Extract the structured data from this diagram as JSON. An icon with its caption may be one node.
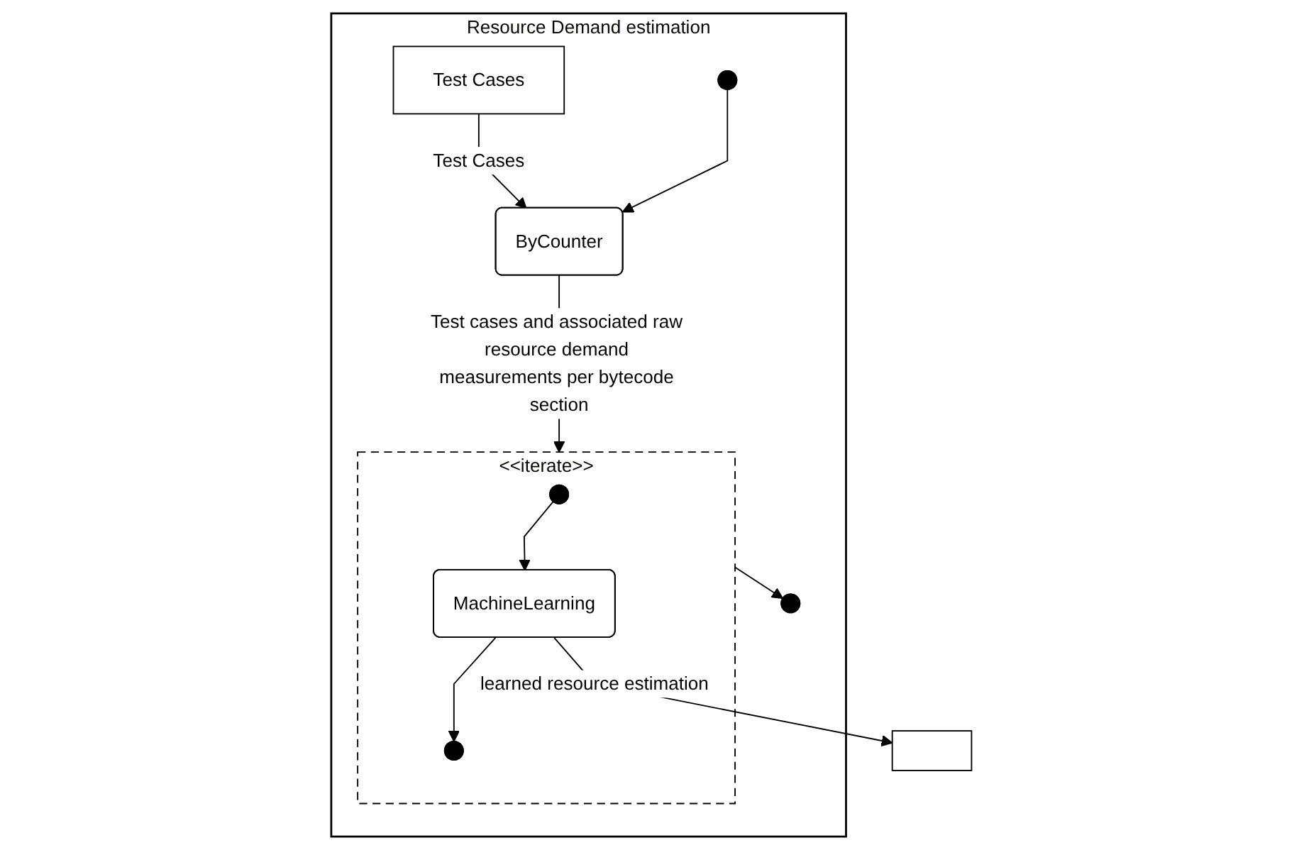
{
  "diagram": {
    "nodes": [
      {
        "text": [
          "Resource Demand estimation"
        ]
      },
      {
        "text": [
          "Test Cases"
        ],
        "in": 0
      },
      {
        "text": [],
        "shape": "circle",
        "in": 0
      },
      {
        "text": [
          "ByCounter"
        ],
        "in": 0
      },
      {
        "text": [
          "<<iterate>>"
        ],
        "in": 0
      },
      {
        "text": [],
        "shape": "circle",
        "in": 4
      },
      {
        "text": [
          "MachineLearning"
        ],
        "in": 4
      },
      {
        "text": [],
        "shape": "circle",
        "in": 4
      },
      {
        "text": [],
        "shape": "circle",
        "in": 0
      },
      {
        "text": [],
        "shape": "box"
      }
    ],
    "edges": [
      {
        "from": 1,
        "to": 3,
        "arrow": "to",
        "label": "Test Cases"
      },
      {
        "from": 2,
        "to": 3,
        "arrow": "to"
      },
      {
        "from": 3,
        "to": 4,
        "arrow": "to",
        "label": "Test cases and associated raw resource demand measurements per bytecode section"
      },
      {
        "from": 5,
        "to": 6,
        "arrow": "to"
      },
      {
        "from": 6,
        "to": 7,
        "arrow": "to"
      },
      {
        "from": 4,
        "to": 8,
        "arrow": "to"
      },
      {
        "from": 6,
        "to": 9,
        "arrow": "to",
        "label": "learned resource estimation"
      }
    ]
  }
}
